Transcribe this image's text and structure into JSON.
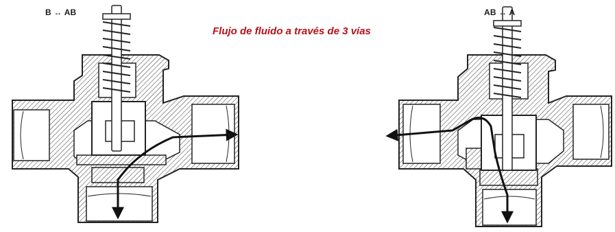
{
  "title": "Flujo de fluido a través de 3 vías",
  "colors": {
    "title": "#b5121b",
    "ink": "#1a1a1a",
    "background": "#ffffff"
  },
  "valves": [
    {
      "label": "B ↔ AB",
      "flow_direction": "right"
    },
    {
      "label": "AB ↔ A",
      "flow_direction": "left"
    }
  ]
}
